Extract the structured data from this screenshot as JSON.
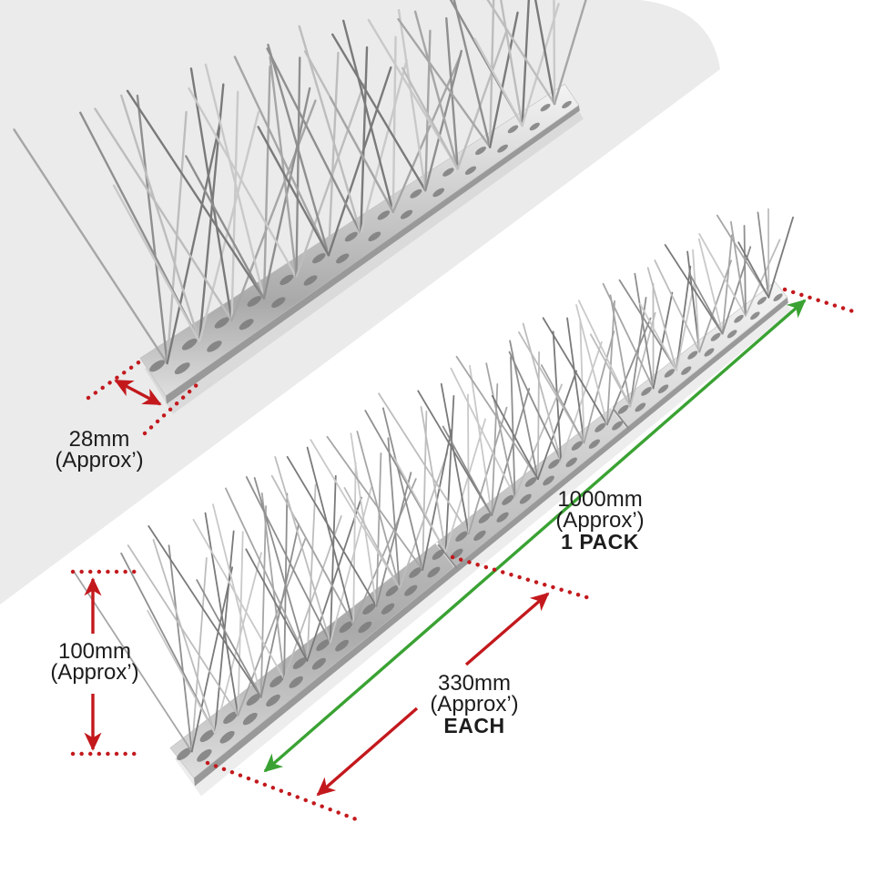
{
  "colors": {
    "dimension_red": "#c3191d",
    "dimension_green": "#3aa233",
    "label_text": "#1c1c1c",
    "panel_gray": "#ebebec",
    "background": "#ffffff"
  },
  "dimensions": {
    "width": {
      "value": "28mm",
      "approx": "(Approx’)"
    },
    "spike_height": {
      "value": "100mm",
      "approx": "(Approx’)"
    },
    "total_length": {
      "value": "1000mm",
      "approx": "(Approx’)",
      "qualifier": "1 PACK"
    },
    "section_length": {
      "value": "330mm",
      "approx": "(Approx’)",
      "qualifier": "EACH"
    }
  }
}
